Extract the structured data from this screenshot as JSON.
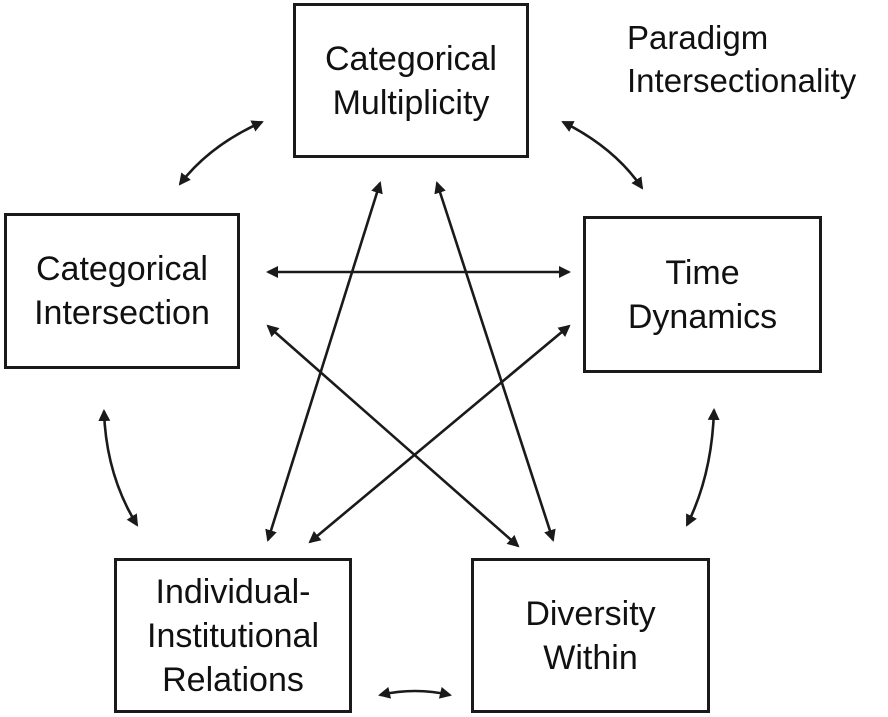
{
  "diagram": {
    "paradigm_label": [
      "Paradigm",
      "Intersectionality"
    ],
    "nodes": {
      "categorical_multiplicity": [
        "Categorical",
        "Multiplicity"
      ],
      "categorical_intersection": [
        "Categorical",
        "Intersection"
      ],
      "time_dynamics": [
        "Time",
        "Dynamics"
      ],
      "individual_institutional_relations": [
        "Individual-",
        "Institutional",
        "Relations"
      ],
      "diversity_within": [
        "Diversity",
        "Within"
      ]
    },
    "relations": [
      {
        "from": "categorical_multiplicity",
        "to": "categorical_intersection",
        "type": "bidirectional"
      },
      {
        "from": "categorical_multiplicity",
        "to": "time_dynamics",
        "type": "bidirectional"
      },
      {
        "from": "categorical_intersection",
        "to": "time_dynamics",
        "type": "bidirectional"
      },
      {
        "from": "categorical_intersection",
        "to": "individual_institutional_relations",
        "type": "bidirectional"
      },
      {
        "from": "time_dynamics",
        "to": "diversity_within",
        "type": "bidirectional"
      },
      {
        "from": "individual_institutional_relations",
        "to": "diversity_within",
        "type": "bidirectional"
      },
      {
        "from": "categorical_multiplicity",
        "to": "individual_institutional_relations",
        "type": "bidirectional"
      },
      {
        "from": "categorical_multiplicity",
        "to": "diversity_within",
        "type": "bidirectional"
      },
      {
        "from": "categorical_intersection",
        "to": "diversity_within",
        "type": "bidirectional"
      },
      {
        "from": "time_dynamics",
        "to": "individual_institutional_relations",
        "type": "bidirectional"
      }
    ],
    "colors": {
      "stroke": "#1a1a1a",
      "text": "#111111",
      "background": "#ffffff"
    }
  }
}
